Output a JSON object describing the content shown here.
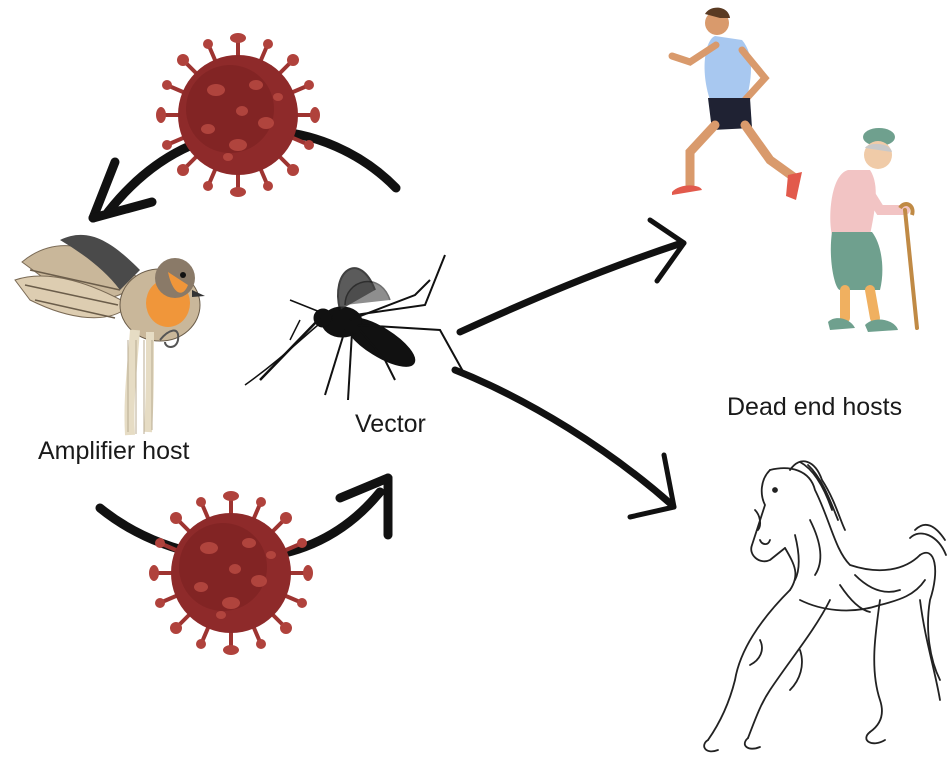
{
  "labels": {
    "amplifier_host": "Amplifier host",
    "vector": "Vector",
    "dead_end_hosts": "Dead end hosts"
  },
  "icons": {
    "bird": "robin-bird-icon",
    "mosquito": "mosquito-icon",
    "virus": "virus-icon",
    "runner": "running-man-icon",
    "elder": "elderly-woman-icon",
    "horse": "horse-icon"
  },
  "colors": {
    "arrow": "#111111",
    "virus_body": "#8e2a2a",
    "virus_spike": "#b0423c",
    "bird_breast": "#f0963a",
    "runner_shirt": "#a8c8f0",
    "elder_skirt": "#6fa08e"
  }
}
